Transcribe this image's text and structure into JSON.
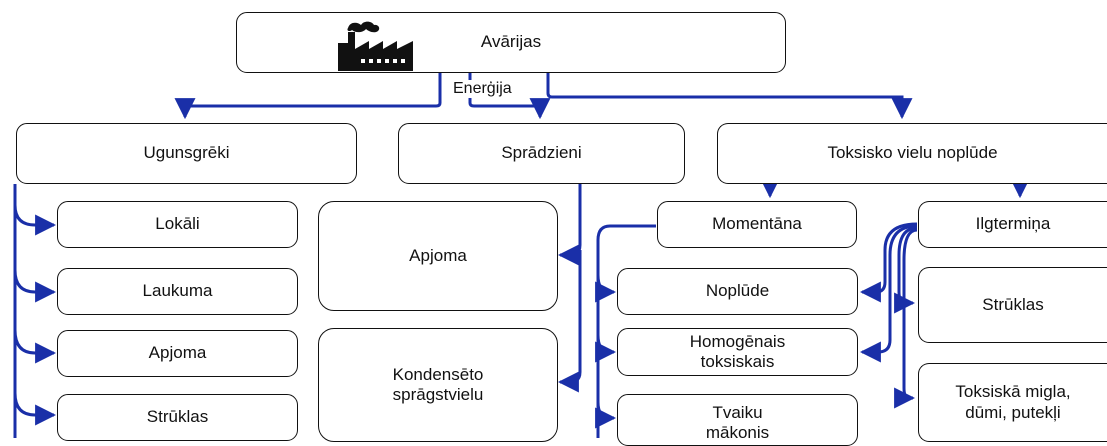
{
  "root": {
    "label": "Avārijas",
    "icon": "factory-icon"
  },
  "edge_label": "Enerģija",
  "categories": {
    "fires": "Ugunsgrēki",
    "explosions": "Sprādzieni",
    "toxic": "Toksisko vielu noplūde"
  },
  "fire_types": [
    "Lokāli",
    "Laukuma",
    "Apjoma",
    "Strūklas"
  ],
  "explosion_types": [
    "Apjoma",
    "Kondensēto\nsprāgstvielu"
  ],
  "toxic_release": {
    "instant": "Momentāna",
    "long": "Ilgtermiņa"
  },
  "toxic_forms": [
    "Noplūde",
    "Homogēnais\ntoksiskais",
    "Tvaiku\nmākonis"
  ],
  "long_forms": [
    "Strūklas",
    "Toksiskā migla,\ndūmi, putekļi"
  ],
  "colors": {
    "arrow": "#1a2fa8",
    "border": "#111111"
  }
}
